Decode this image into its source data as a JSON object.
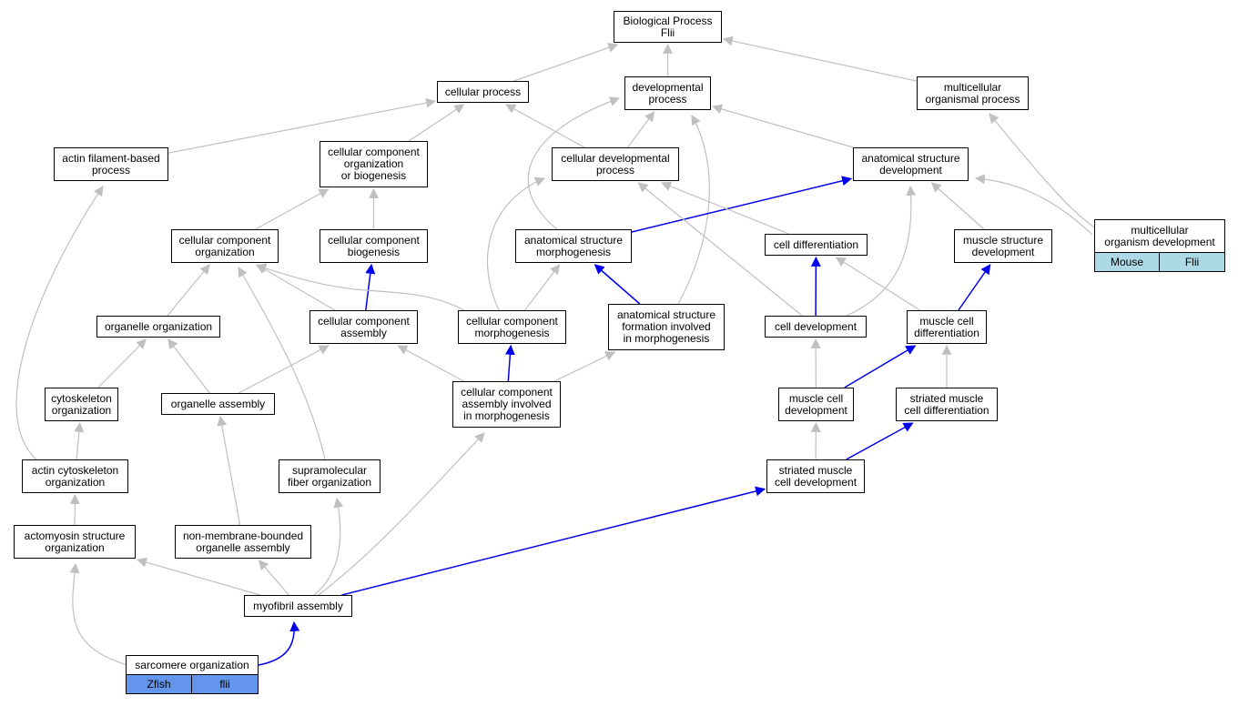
{
  "colors": {
    "is_a_edge": "#c0c0c0",
    "part_of_edge": "#0000ee",
    "mouse_tag": "#add8e6",
    "zfish_tag": "#6495ed"
  },
  "nodes": [
    {
      "id": "biological-process",
      "label": "Biological Process\nFlii"
    },
    {
      "id": "cellular-process",
      "label": "cellular process"
    },
    {
      "id": "developmental-process",
      "label": "developmental\nprocess"
    },
    {
      "id": "multicellular-organismal-process",
      "label": "multicellular\norganismal process"
    },
    {
      "id": "actin-filament-based-process",
      "label": "actin filament-based\nprocess"
    },
    {
      "id": "ccob",
      "label": "cellular component\norganization\nor biogenesis"
    },
    {
      "id": "cellular-developmental-process",
      "label": "cellular developmental\nprocess"
    },
    {
      "id": "anatomical-structure-development",
      "label": "anatomical structure\ndevelopment"
    },
    {
      "id": "multicellular-organism-development",
      "label": "multicellular\norganism development"
    },
    {
      "id": "cellular-component-organization",
      "label": "cellular component\norganization"
    },
    {
      "id": "cellular-component-biogenesis",
      "label": "cellular component\nbiogenesis"
    },
    {
      "id": "anatomical-structure-morphogenesis",
      "label": "anatomical structure\nmorphogenesis"
    },
    {
      "id": "cell-differentiation",
      "label": "cell differentiation"
    },
    {
      "id": "muscle-structure-development",
      "label": "muscle structure\ndevelopment"
    },
    {
      "id": "organelle-organization",
      "label": "organelle organization"
    },
    {
      "id": "cellular-component-assembly",
      "label": "cellular component\nassembly"
    },
    {
      "id": "cellular-component-morphogenesis",
      "label": "cellular component\nmorphogenesis"
    },
    {
      "id": "anatomical-structure-formation",
      "label": "anatomical structure\nformation involved\nin morphogenesis"
    },
    {
      "id": "cell-development",
      "label": "cell development"
    },
    {
      "id": "muscle-cell-differentiation",
      "label": "muscle cell\ndifferentiation"
    },
    {
      "id": "cytoskeleton-organization",
      "label": "cytoskeleton\norganization"
    },
    {
      "id": "organelle-assembly",
      "label": "organelle assembly"
    },
    {
      "id": "cca-morphogenesis",
      "label": "cellular component\nassembly involved\nin morphogenesis"
    },
    {
      "id": "muscle-cell-development",
      "label": "muscle cell\ndevelopment"
    },
    {
      "id": "striated-muscle-cell-differentiation",
      "label": "striated muscle\ncell differentiation"
    },
    {
      "id": "actin-cytoskeleton-organization",
      "label": "actin cytoskeleton\norganization"
    },
    {
      "id": "supramolecular-fiber-organization",
      "label": "supramolecular\nfiber organization"
    },
    {
      "id": "striated-muscle-cell-development",
      "label": "striated muscle\ncell development"
    },
    {
      "id": "actomyosin-structure-organization",
      "label": "actomyosin structure\norganization"
    },
    {
      "id": "non-membrane-bounded-organelle-assembly",
      "label": "non-membrane-bounded\norganelle assembly"
    },
    {
      "id": "myofibril-assembly",
      "label": "myofibril assembly"
    },
    {
      "id": "sarcomere-organization",
      "label": "sarcomere organization"
    }
  ],
  "tags": [
    {
      "node": "multicellular-organism-development",
      "cells": [
        "Mouse",
        "Flii"
      ],
      "color": "#add8e6"
    },
    {
      "node": "sarcomere-organization",
      "cells": [
        "Zfish",
        "flii"
      ],
      "color": "#6495ed"
    }
  ],
  "edges": [
    {
      "from": "cellular-process",
      "to": "biological-process",
      "type": "is_a"
    },
    {
      "from": "developmental-process",
      "to": "biological-process",
      "type": "is_a"
    },
    {
      "from": "multicellular-organismal-process",
      "to": "biological-process",
      "type": "is_a"
    },
    {
      "from": "actin-filament-based-process",
      "to": "cellular-process",
      "type": "is_a"
    },
    {
      "from": "ccob",
      "to": "cellular-process",
      "type": "is_a"
    },
    {
      "from": "cellular-developmental-process",
      "to": "cellular-process",
      "type": "is_a"
    },
    {
      "from": "cellular-developmental-process",
      "to": "developmental-process",
      "type": "is_a"
    },
    {
      "from": "anatomical-structure-development",
      "to": "developmental-process",
      "type": "is_a"
    },
    {
      "from": "anatomical-structure-morphogenesis",
      "to": "developmental-process",
      "type": "is_a"
    },
    {
      "from": "anatomical-structure-formation",
      "to": "developmental-process",
      "type": "is_a"
    },
    {
      "from": "multicellular-organism-development",
      "to": "multicellular-organismal-process",
      "type": "is_a"
    },
    {
      "from": "multicellular-organism-development",
      "to": "anatomical-structure-development",
      "type": "is_a"
    },
    {
      "from": "cellular-component-organization",
      "to": "ccob",
      "type": "is_a"
    },
    {
      "from": "cellular-component-biogenesis",
      "to": "ccob",
      "type": "is_a"
    },
    {
      "from": "anatomical-structure-morphogenesis",
      "to": "anatomical-structure-development",
      "type": "part_of"
    },
    {
      "from": "cell-differentiation",
      "to": "cellular-developmental-process",
      "type": "is_a"
    },
    {
      "from": "muscle-structure-development",
      "to": "anatomical-structure-development",
      "type": "is_a"
    },
    {
      "from": "organelle-organization",
      "to": "cellular-component-organization",
      "type": "is_a"
    },
    {
      "from": "cellular-component-assembly",
      "to": "cellular-component-organization",
      "type": "is_a"
    },
    {
      "from": "cellular-component-assembly",
      "to": "cellular-component-biogenesis",
      "type": "part_of"
    },
    {
      "from": "cellular-component-morphogenesis",
      "to": "cellular-component-organization",
      "type": "is_a"
    },
    {
      "from": "cellular-component-morphogenesis",
      "to": "cellular-developmental-process",
      "type": "is_a"
    },
    {
      "from": "cellular-component-morphogenesis",
      "to": "anatomical-structure-morphogenesis",
      "type": "is_a"
    },
    {
      "from": "anatomical-structure-formation",
      "to": "anatomical-structure-morphogenesis",
      "type": "part_of"
    },
    {
      "from": "cell-development",
      "to": "cell-differentiation",
      "type": "part_of"
    },
    {
      "from": "cell-development",
      "to": "cellular-developmental-process",
      "type": "is_a"
    },
    {
      "from": "cell-development",
      "to": "anatomical-structure-development",
      "type": "is_a"
    },
    {
      "from": "muscle-cell-differentiation",
      "to": "cell-differentiation",
      "type": "is_a"
    },
    {
      "from": "muscle-cell-differentiation",
      "to": "muscle-structure-development",
      "type": "part_of"
    },
    {
      "from": "cytoskeleton-organization",
      "to": "organelle-organization",
      "type": "is_a"
    },
    {
      "from": "organelle-assembly",
      "to": "organelle-organization",
      "type": "is_a"
    },
    {
      "from": "organelle-assembly",
      "to": "cellular-component-assembly",
      "type": "is_a"
    },
    {
      "from": "cca-morphogenesis",
      "to": "cellular-component-assembly",
      "type": "is_a"
    },
    {
      "from": "cca-morphogenesis",
      "to": "cellular-component-morphogenesis",
      "type": "part_of"
    },
    {
      "from": "cca-morphogenesis",
      "to": "anatomical-structure-formation",
      "type": "is_a"
    },
    {
      "from": "muscle-cell-development",
      "to": "cell-development",
      "type": "is_a"
    },
    {
      "from": "muscle-cell-development",
      "to": "muscle-cell-differentiation",
      "type": "part_of"
    },
    {
      "from": "striated-muscle-cell-differentiation",
      "to": "muscle-cell-differentiation",
      "type": "is_a"
    },
    {
      "from": "actin-cytoskeleton-organization",
      "to": "cytoskeleton-organization",
      "type": "is_a"
    },
    {
      "from": "actin-cytoskeleton-organization",
      "to": "actin-filament-based-process",
      "type": "is_a"
    },
    {
      "from": "supramolecular-fiber-organization",
      "to": "cellular-component-organization",
      "type": "is_a"
    },
    {
      "from": "striated-muscle-cell-development",
      "to": "muscle-cell-development",
      "type": "is_a"
    },
    {
      "from": "striated-muscle-cell-development",
      "to": "striated-muscle-cell-differentiation",
      "type": "part_of"
    },
    {
      "from": "actomyosin-structure-organization",
      "to": "actin-cytoskeleton-organization",
      "type": "is_a"
    },
    {
      "from": "non-membrane-bounded-organelle-assembly",
      "to": "organelle-assembly",
      "type": "is_a"
    },
    {
      "from": "myofibril-assembly",
      "to": "actomyosin-structure-organization",
      "type": "is_a"
    },
    {
      "from": "myofibril-assembly",
      "to": "non-membrane-bounded-organelle-assembly",
      "type": "is_a"
    },
    {
      "from": "myofibril-assembly",
      "to": "supramolecular-fiber-organization",
      "type": "is_a"
    },
    {
      "from": "myofibril-assembly",
      "to": "cca-morphogenesis",
      "type": "is_a"
    },
    {
      "from": "myofibril-assembly",
      "to": "striated-muscle-cell-development",
      "type": "part_of"
    },
    {
      "from": "sarcomere-organization",
      "to": "actomyosin-structure-organization",
      "type": "is_a"
    },
    {
      "from": "sarcomere-organization",
      "to": "myofibril-assembly",
      "type": "part_of"
    }
  ]
}
